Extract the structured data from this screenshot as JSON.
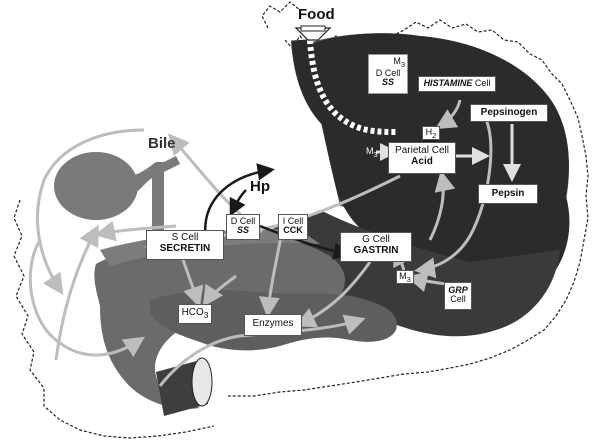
{
  "labels": {
    "food": "Food",
    "bile": "Bile",
    "hp": "Hp",
    "d_cell_top": "D Cell",
    "ss_top": "SS",
    "m3_top": "M",
    "m3_top_sub": "3",
    "histamine": "HISTAMINE",
    "histamine_cell": "Cell",
    "pepsinogen": "Pepsinogen",
    "h2": "H",
    "h2_sub": "2",
    "m3_parietal": "M",
    "m3_parietal_sub": "3",
    "parietal_cell": "Parietal Cell",
    "acid": "Acid",
    "pepsin": "Pepsin",
    "s_cell": "S Cell",
    "secretin": "SECRETIN",
    "d_cell_mid": "D Cell",
    "ss_mid": "SS",
    "i_cell": "I Cell",
    "cck": "CCK",
    "g_cell": "G Cell",
    "gastrin": "GASTRIN",
    "m3_low": "M",
    "m3_low_sub": "3",
    "grp": "GRP",
    "grp_cell": "Cell",
    "hco3": "HCO",
    "hco3_sub": "3",
    "enzymes": "Enzymes"
  },
  "colors": {
    "stomach_body": "#2b2b2b",
    "stomach_upper": "#5a5a5a",
    "duodenum": "#6b6b6b",
    "pancreas": "#5e5e5e",
    "gallbladder": "#7a7a7a",
    "arrow_light": "#bdbdbd",
    "arrow_dark": "#1a1a1a"
  }
}
